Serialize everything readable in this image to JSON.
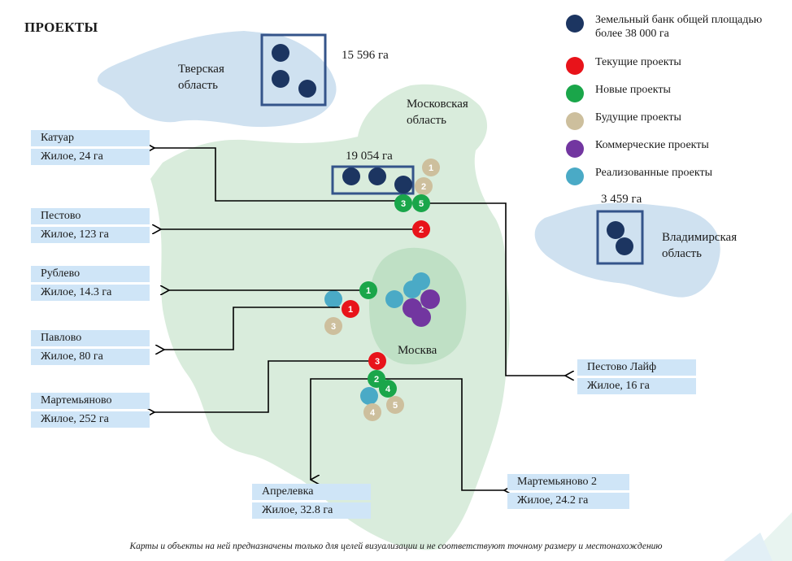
{
  "title": "ПРОЕКТЫ",
  "legend": [
    {
      "label": "Земельный банк общей площадью более 38 000 га",
      "color": "#1c3561"
    },
    {
      "label": "Текущие проекты",
      "color": "#e8131a"
    },
    {
      "label": "Новые проекты",
      "color": "#1aa64a"
    },
    {
      "label": "Будущие проекты",
      "color": "#cdbf9d"
    },
    {
      "label": "Коммерческие проекты",
      "color": "#7236a0"
    },
    {
      "label": "Реализованные проекты",
      "color": "#4aaac6"
    }
  ],
  "regions": {
    "tver": "Тверская область",
    "moscow_region": "Московская область",
    "vladimir": "Владимирская область",
    "moscow": "Москва"
  },
  "land_areas": {
    "tver": "15 596 га",
    "moscow_region": "19 054 га",
    "vladimir": "3 459 га"
  },
  "projects": [
    {
      "name": "Катуар",
      "detail": "Жилое, 24 га"
    },
    {
      "name": "Пестово",
      "detail": "Жилое, 123 га"
    },
    {
      "name": "Рублево",
      "detail": "Жилое, 14.3 га"
    },
    {
      "name": "Павлово",
      "detail": "Жилое, 80 га"
    },
    {
      "name": "Мартемьяново",
      "detail": "Жилое, 252 га"
    },
    {
      "name": "Апрелевка",
      "detail": "Жилое, 32.8 га"
    },
    {
      "name": "Пестово Лайф",
      "detail": "Жилое, 16 га"
    },
    {
      "name": "Мартемьяново 2",
      "detail": "Жилое, 24.2 га"
    }
  ],
  "markers": [
    {
      "type": "future",
      "num": "1"
    },
    {
      "type": "future",
      "num": "2"
    },
    {
      "type": "new",
      "num": "3"
    },
    {
      "type": "new",
      "num": "5"
    },
    {
      "type": "current",
      "num": "2"
    },
    {
      "type": "new",
      "num": "1"
    },
    {
      "type": "current",
      "num": "1"
    },
    {
      "type": "future",
      "num": "3"
    },
    {
      "type": "current",
      "num": "3"
    },
    {
      "type": "new",
      "num": "2"
    },
    {
      "type": "new",
      "num": "4"
    },
    {
      "type": "future",
      "num": "5"
    },
    {
      "type": "future",
      "num": "4"
    }
  ],
  "footnote": "Карты и объекты на ней предназначены только для целей визуализации и не соответствуют точному размеру и местонахождению"
}
